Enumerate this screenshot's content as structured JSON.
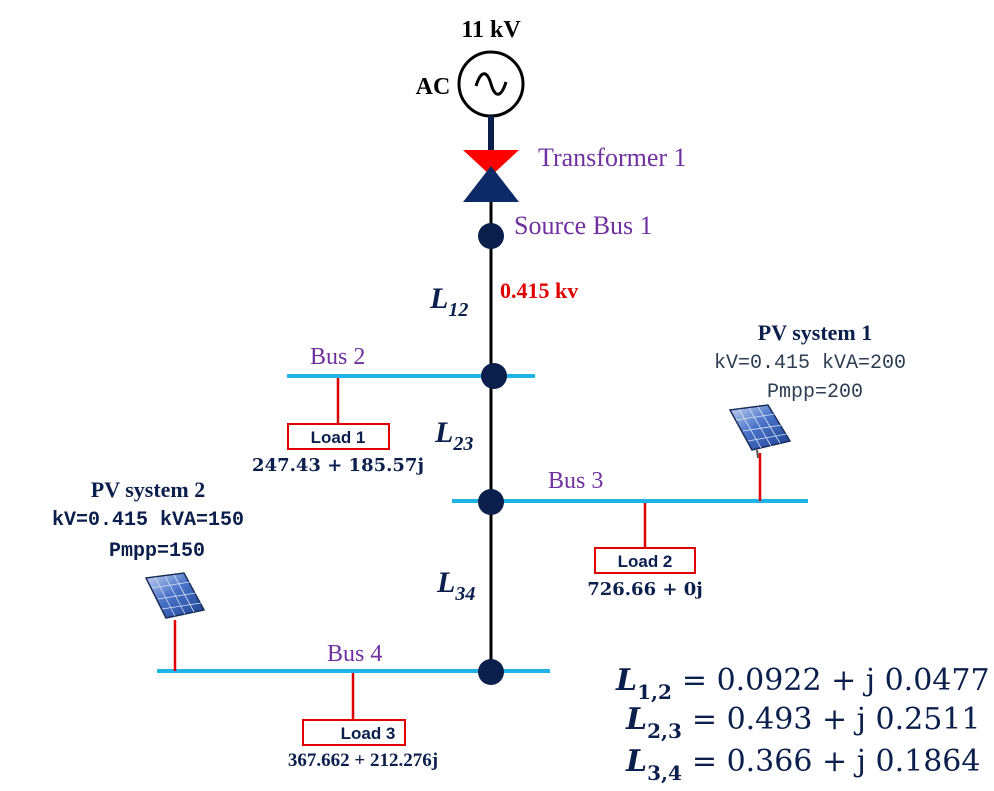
{
  "source": {
    "voltage_label": "11 kV",
    "ac_label": "AC",
    "symbol": "~"
  },
  "transformer": {
    "label": "Transformer 1"
  },
  "source_bus": {
    "label": "Source Bus 1"
  },
  "secondary_voltage": "0.415 kv",
  "lines": {
    "l12": {
      "main": "L",
      "sub": "12"
    },
    "l23": {
      "main": "L",
      "sub": "23"
    },
    "l34": {
      "main": "L",
      "sub": "34"
    }
  },
  "buses": {
    "bus2": "Bus 2",
    "bus3": "Bus 3",
    "bus4": "Bus 4"
  },
  "loads": {
    "load1": {
      "label": "Load 1",
      "value": "247.43 + 185.57j"
    },
    "load2": {
      "label": "Load 2",
      "value": "726.66 + 0j"
    },
    "load3": {
      "label": "Load 3",
      "value": "367.662 + 212.276j"
    }
  },
  "pv_systems": {
    "pv1": {
      "title": "PV system 1",
      "line1": "kV=0.415 kVA=200",
      "line2": "Pmpp=200"
    },
    "pv2": {
      "title": "PV system 2",
      "line1": "kV=0.415 kVA=150",
      "line2": "Pmpp=150"
    }
  },
  "impedances": [
    {
      "main": "L",
      "sub": "1,2",
      "value": "= 0.0922 + j 0.0477"
    },
    {
      "main": "L",
      "sub": "2,3",
      "value": "= 0.493 + j 0.2511"
    },
    {
      "main": "L",
      "sub": "3,4",
      "value": "= 0.366 + j 0.1864"
    }
  ],
  "colors": {
    "trunk": "#000000",
    "bus_bar": "#1fb4e8",
    "node": "#0b1f4d",
    "drop_line": "#e00000",
    "load_box_border": "#e00000",
    "transformer_top": "#ff0000",
    "transformer_bottom": "#0b2a66",
    "label_purple": "#7030a0",
    "text_navy": "#0b1f4d"
  }
}
